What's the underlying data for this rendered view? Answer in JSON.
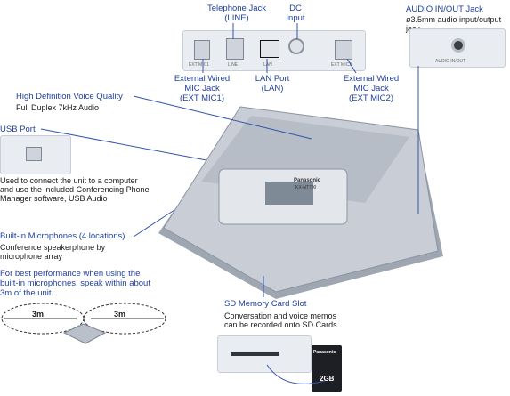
{
  "rear_panel": {
    "telephone_jack": {
      "title_1": "Telephone Jack",
      "title_2": "(LINE)"
    },
    "dc_input": {
      "title_1": "DC",
      "title_2": "Input"
    },
    "ext_mic1": {
      "title_1": "External Wired",
      "title_2": "MIC Jack",
      "title_3": "(EXT MIC1)"
    },
    "lan_port": {
      "title_1": "LAN Port",
      "title_2": "(LAN)"
    },
    "ext_mic2": {
      "title_1": "External Wired",
      "title_2": "MIC Jack",
      "title_3": "(EXT MIC2)"
    },
    "panel_labels": {
      "ext1": "EXT MIC1",
      "line": "LINE",
      "lan": "LAN",
      "ext2": "EXT MIC2"
    }
  },
  "audio_inout": {
    "title": "AUDIO IN/OUT Jack",
    "desc": "ø3.5mm audio input/output jack",
    "panel_label": "AUDIO IN/OUT"
  },
  "hd_voice": {
    "title": "High Definition Voice Quality",
    "desc": "Full Duplex 7kHz Audio"
  },
  "usb_port": {
    "title": "USB Port",
    "desc_1": "Used to connect the unit to a computer",
    "desc_2": "and use the included Conferencing Phone",
    "desc_3": "Manager software, USB Audio"
  },
  "builtin_mics": {
    "title": "Built-in Microphones (4 locations)",
    "desc_1": "Conference speakerphone by",
    "desc_2": "microphone array"
  },
  "performance_note": {
    "line_1": "For best performance when using the",
    "line_2": "built-in microphones, speak within about",
    "line_3": "3m of the unit."
  },
  "range_diagram": {
    "left": "3m",
    "right": "3m"
  },
  "sd_card": {
    "title": "SD Memory Card Slot",
    "desc_1": "Conversation and voice memos",
    "desc_2": "can be recorded onto SD Cards.",
    "card_brand": "Panasonic",
    "card_capacity": "2GB"
  },
  "phone": {
    "brand": "Panasonic",
    "model": "KX-NT700"
  },
  "colors": {
    "label_blue": "#1f3f9a",
    "line_blue": "#3355aa",
    "device_silver": "#c9ced6"
  }
}
